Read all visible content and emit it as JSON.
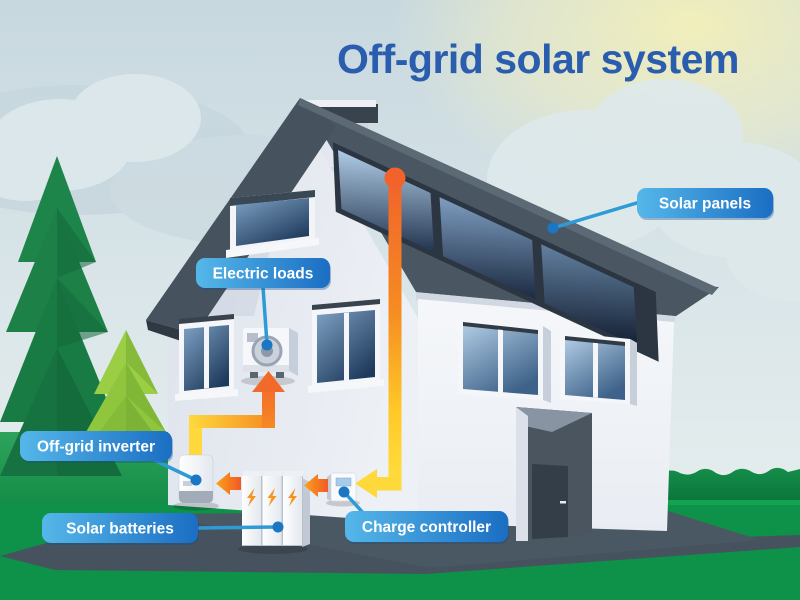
{
  "title": {
    "text": "Off-grid solar system",
    "color": "#2A5DAE"
  },
  "labels": {
    "solar_panels": "Solar panels",
    "electric_loads": "Electric loads",
    "off_grid_inverter": "Off-grid inverter",
    "solar_batteries": "Solar batteries",
    "charge_controller": "Charge controller"
  },
  "label_style": {
    "gradient_start": "#55B7E9",
    "gradient_end": "#1B6EC3",
    "text_color": "#FFFFFF"
  },
  "components": [
    {
      "name": "solar-panels",
      "icon": "solar-panel-icon"
    },
    {
      "name": "electric-loads",
      "icon": "ac-unit-icon"
    },
    {
      "name": "off-grid-inverter",
      "icon": "inverter-box-icon"
    },
    {
      "name": "solar-batteries",
      "icon": "lightning-bolt-icon"
    },
    {
      "name": "charge-controller",
      "icon": "controller-box-icon"
    }
  ],
  "icons": {
    "lightning_bolt": "lightning-bolt-icon",
    "arrow_left": "arrow-left-icon",
    "arrow_up": "arrow-up-icon",
    "wire_dot": "wire-origin-dot",
    "callout_dot": "callout-dot"
  },
  "palette": {
    "accent_blue": "#1B6EC3",
    "connector_blue": "#2E9BD6",
    "wire_yellow": "#FFD93C",
    "wire_orange": "#F1632A",
    "grass_green": "#0E9148",
    "roof_slate": "#46525E",
    "panel_navy": "#1A2940",
    "wall_light": "#F2F4F8"
  }
}
